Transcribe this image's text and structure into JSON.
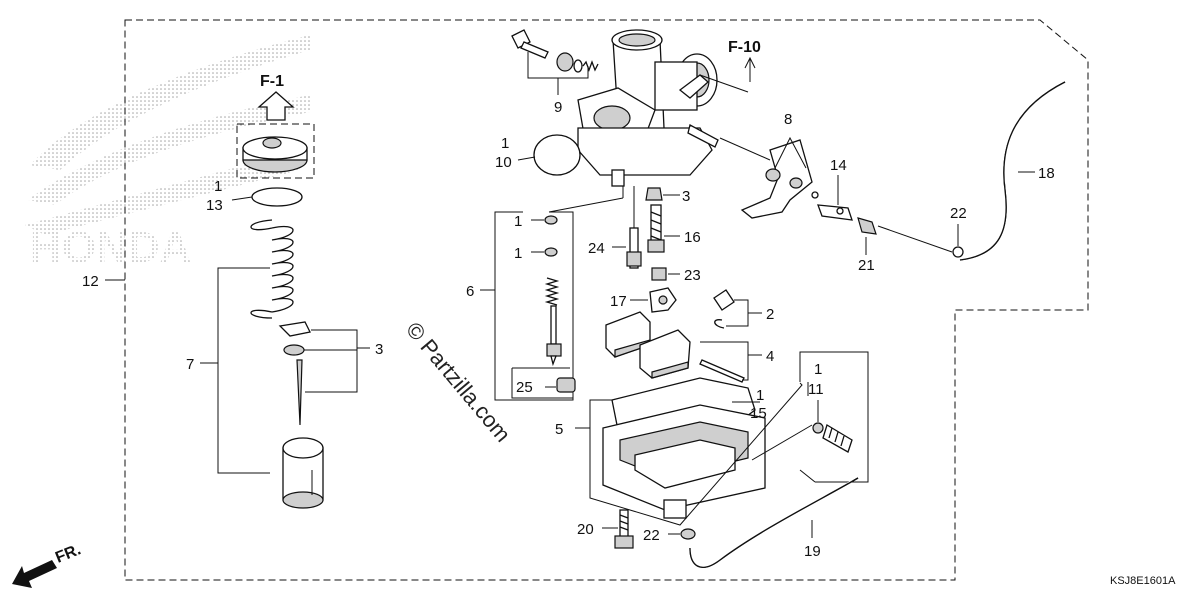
{
  "callouts": {
    "c1_gasket10": "1",
    "c10": "10",
    "c1_seal13": "1",
    "c13": "13",
    "c12": "12",
    "c1_a": "1",
    "c1_b": "1",
    "c6": "6",
    "c7": "7",
    "c3_clip": "3",
    "c3_jet": "3",
    "c9": "9",
    "c8": "8",
    "c14": "14",
    "c18": "18",
    "c22_top": "22",
    "c21": "21",
    "c24": "24",
    "c16": "16",
    "c23": "23",
    "c17": "17",
    "c2": "2",
    "c4": "4",
    "c25": "25",
    "c1_gasket15": "1",
    "c15": "15",
    "c5": "5",
    "c1_screw11": "1",
    "c11": "11",
    "c20": "20",
    "c22_bottom": "22",
    "c19": "19"
  },
  "refs": {
    "f1": "F-1",
    "f10": "F-10"
  },
  "direction_label": "FR.",
  "diagram_code": "KSJ8E1601A",
  "watermark": "© Partzilla.com",
  "brand_watermark": "HONDA"
}
